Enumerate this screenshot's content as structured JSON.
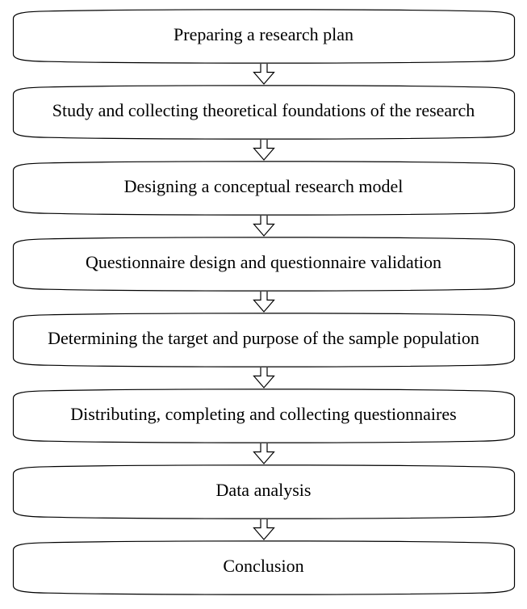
{
  "flow": {
    "steps": [
      {
        "label": "Preparing a research plan"
      },
      {
        "label": "Study and collecting theoretical foundations of the research"
      },
      {
        "label": "Designing a conceptual research model"
      },
      {
        "label": "Questionnaire design and questionnaire validation"
      },
      {
        "label": "Determining the target and purpose of the sample population"
      },
      {
        "label": "Distributing, completing and collecting questionnaires"
      },
      {
        "label": "Data analysis"
      },
      {
        "label": "Conclusion"
      }
    ],
    "connector_icon": "down-arrow",
    "colors": {
      "line": "#000000",
      "box_fill": "#ffffff",
      "text": "#000000",
      "background": "#ffffff"
    }
  }
}
